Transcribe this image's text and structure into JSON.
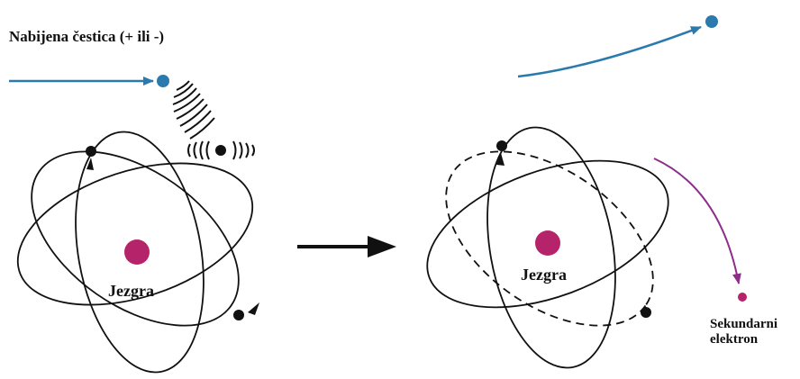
{
  "labels": {
    "charged_particle": "Nabijena čestica (+ ili -)",
    "nucleus_left": "Jezgra",
    "nucleus_right": "Jezgra",
    "secondary_line1": "Sekundarni",
    "secondary_line2": "elektron"
  },
  "colors": {
    "particle_path": "#2a7aae",
    "nucleus": "#b5236b",
    "secondary_path": "#8e2d8a",
    "orbit": "#111111",
    "electron": "#111111"
  }
}
